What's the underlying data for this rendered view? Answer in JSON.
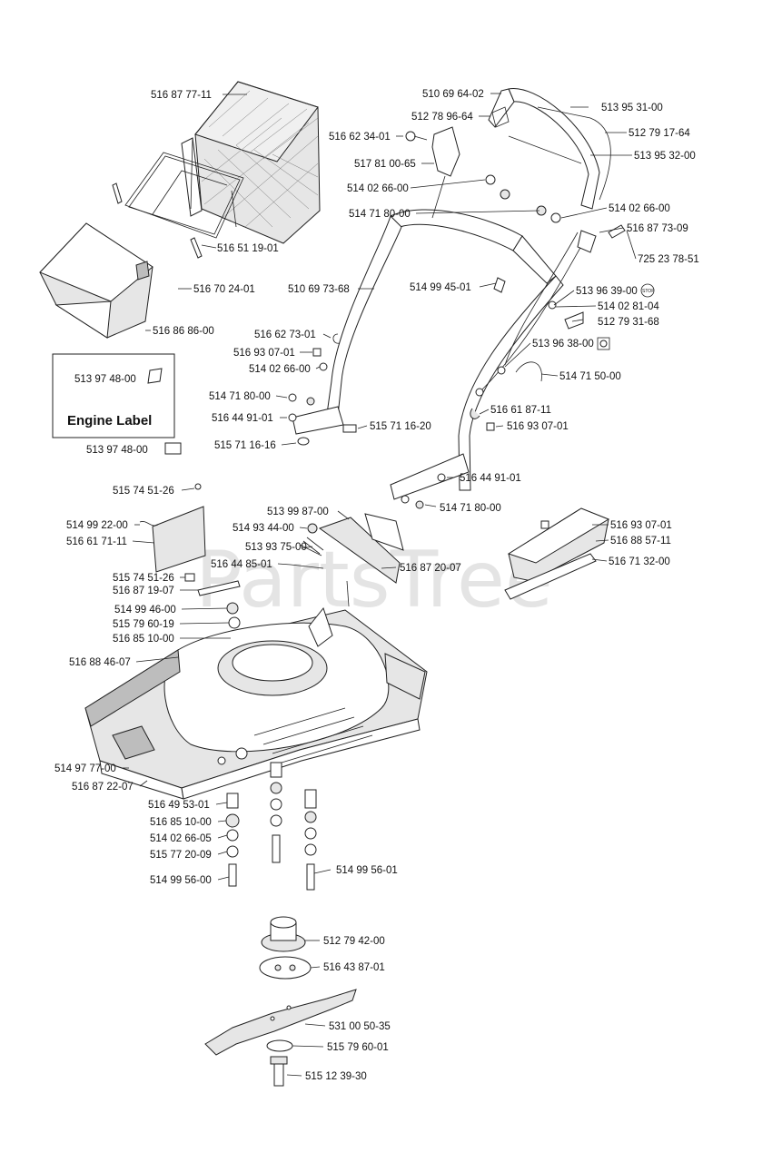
{
  "watermark": "PartsTree",
  "engine_label_box": {
    "title": "Engine Label",
    "part_number": "513 97 48-00"
  },
  "callouts": [
    "516 87 77-11",
    "516 51 19-01",
    "516 70 24-01",
    "516 86 86-00",
    "510 69 64-02",
    "512 78 96-64",
    "516 62 34-01",
    "517 81 00-65",
    "513 95 31-00",
    "512 79 17-64",
    "513 95 32-00",
    "514 02 66-00",
    "514 71 80-00",
    "514 02 66-00",
    "516 87 73-09",
    "725 23 78-51",
    "510 69 73-68",
    "514 99 45-01",
    "513 96 39-00",
    "514 02 81-04",
    "512 79 31-68",
    "513 96 38-00",
    "514 71 50-00",
    "516 62 73-01",
    "516 93 07-01",
    "514 02 66-00",
    "514 71 80-00",
    "516 44 91-01",
    "515 71 16-20",
    "515 71 16-16",
    "516 61 87-11",
    "516 93 07-01",
    "516 44 91-01",
    "514 71 80-00",
    "513 97 48-00",
    "515 74 51-26",
    "514 99 22-00",
    "516 61 71-11",
    "513 99 87-00",
    "514 93 44-00",
    "513 93 75-00",
    "516 44 85-01",
    "516 87 20-07",
    "515 74 51-26",
    "516 87 19-07",
    "514 99 46-00",
    "515 79 60-19",
    "516 85 10-00",
    "516 88 46-07",
    "516 93 07-01",
    "516 88 57-11",
    "516 71 32-00",
    "514 97 77-00",
    "516 87 22-07",
    "516 49 53-01",
    "516 85 10-00",
    "514 02 66-05",
    "515 77 20-09",
    "514 99 56-00",
    "514 99 56-01",
    "512 79 42-00",
    "516 43 87-01",
    "531 00 50-35",
    "515 79 60-01",
    "515 12 39-30"
  ],
  "icons": {
    "stop_badge": "STOP",
    "choke_badge": "gear-icon"
  }
}
